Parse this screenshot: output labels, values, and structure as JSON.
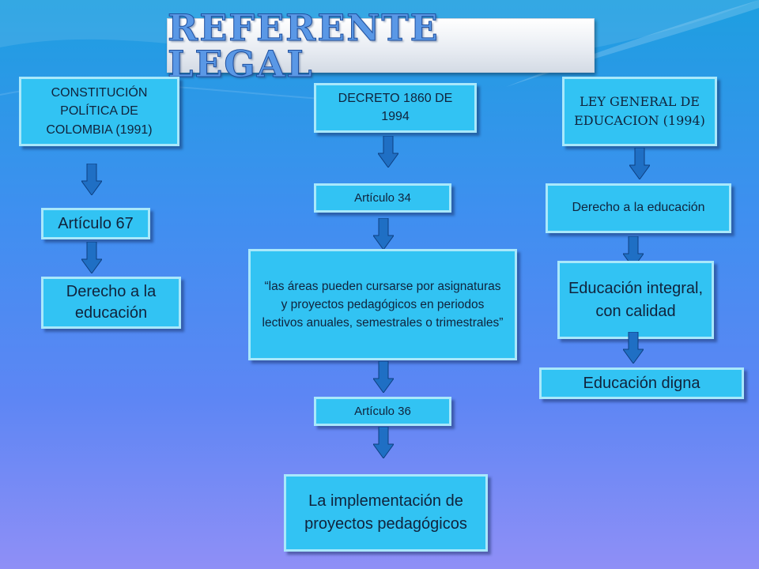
{
  "title": "REFERENTE  LEGAL",
  "left_column": {
    "source": "CONSTITUCIÓN POLÍTICA DE COLOMBIA (1991)",
    "article": "Artículo 67",
    "result": "Derecho a la educación"
  },
  "center_column": {
    "source": "DECRETO 1860 DE 1994",
    "article_34": "Artículo 34",
    "quote": "“las áreas pueden cursarse por asignaturas y proyectos pedagógicos en periodos lectivos anuales, semestrales o trimestrales”",
    "article_36": "Artículo 36",
    "result": "La implementación de proyectos pedagógicos"
  },
  "right_column": {
    "source": "LEY GENERAL DE EDUCACION (1994)",
    "right": "Derecho a la educación",
    "quality": "Educación integral, con calidad",
    "dignity": "Educación digna"
  },
  "colors": {
    "box_fill": "#32c3f3",
    "box_border": "#a9e8fb",
    "arrow_fill": "#1f6fc4",
    "title_text": "#5a98e6"
  }
}
